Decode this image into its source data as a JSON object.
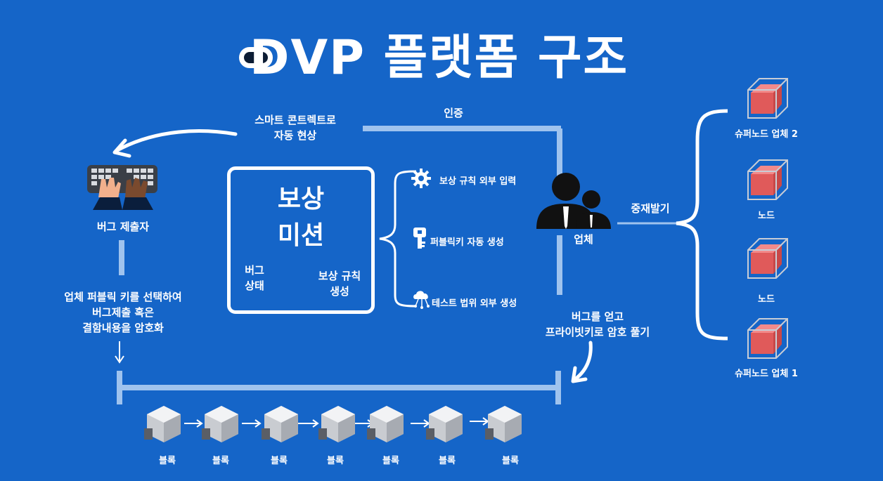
{
  "title": "DVP 플랫폼 구조",
  "labels": {
    "smart_contract_reward": "스마트 콘트렉트로\n자동 현상",
    "auth": "인증",
    "bug_reporter": "버그 제출자",
    "encrypt_note": "업체 퍼블릭 키를 선택하여\n버그제출 혹은\n결함내용을 암호화",
    "mission_title": "보상\n미션",
    "bug_status": "버그\n상태",
    "reward_rule_gen": "보상 규칙\n생성",
    "item_reward_rule": "보상 규칙 외부 입력",
    "item_public_key": "퍼블릭키 자동 생성",
    "item_test_scope": "테스트 법위 외부 생성",
    "company": "업체",
    "arbitration": "중재발기",
    "decrypt_note": "버그를 얻고\n프라이빗키로 암호 풀기",
    "supernode_2": "슈퍼노드 업체 2",
    "node_a": "노드",
    "node_b": "노드",
    "supernode_1": "슈퍼노드 업체 1"
  },
  "blocks": [
    "블록",
    "블록",
    "블록",
    "블록",
    "블록",
    "블록",
    "블록"
  ],
  "colors": {
    "background": "#1565c8",
    "line": "#9fc3ee",
    "node_red": "#e05a5a",
    "block_gray": "#e3e3e3"
  },
  "icons": {
    "keyboard": "keyboard-icon",
    "gear": "gear-icon",
    "key": "key-icon",
    "cloud": "cloud-network-icon",
    "people": "people-icon",
    "cube": "cube-icon",
    "block": "block-icon"
  }
}
